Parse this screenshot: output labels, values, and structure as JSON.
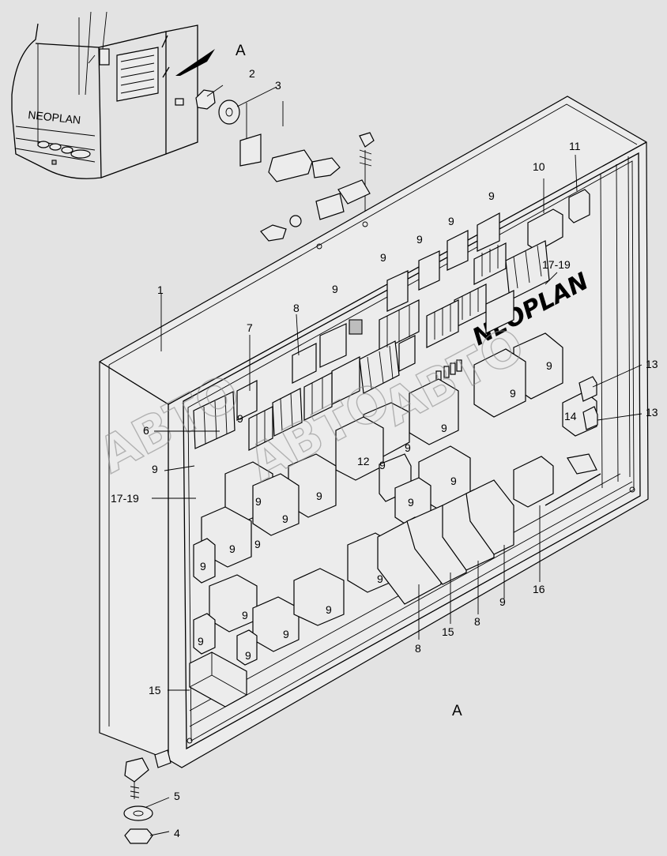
{
  "view_label": "A",
  "brand_logo": "NEOPLAN",
  "bus_logo": "NEOPLAN",
  "watermark": "АВТО",
  "callouts": {
    "l1": "1",
    "l2": "2",
    "l3": "3",
    "l4": "4",
    "l5": "5",
    "l6": "6",
    "l7": "7",
    "l8a": "8",
    "l8b": "8",
    "l8c": "8",
    "l9": "9",
    "l10": "10",
    "l11": "11",
    "l13a": "13",
    "l13b": "13",
    "l15a": "15",
    "l15b": "15",
    "l16": "16",
    "l17a": "17-19",
    "l17b": "17-19"
  },
  "relay_labels": {
    "r14": "14",
    "r12": "12",
    "r9": "9"
  }
}
